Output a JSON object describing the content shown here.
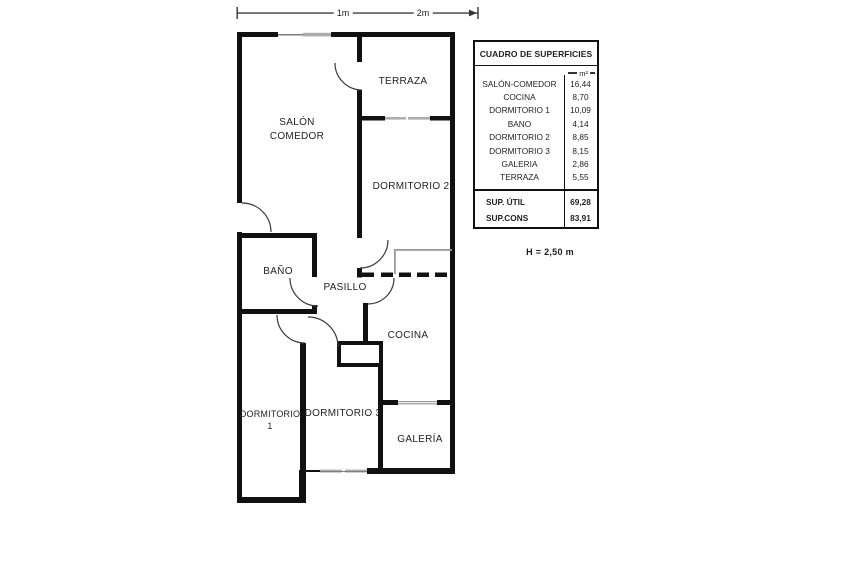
{
  "scale_bar": {
    "label_1": "1m",
    "label_2": "2m"
  },
  "rooms": {
    "salon": {
      "line1": "SALÓN",
      "line2": "COMEDOR"
    },
    "terraza": "TERRAZA",
    "dormitorio2": "DORMITORIO 2",
    "bano": "BAÑO",
    "pasillo": "PASILLO",
    "cocina": "COCINA",
    "dormitorio1": {
      "line1": "DORMITORIO",
      "line2": "1"
    },
    "dormitorio3": "DORMITORIO 3",
    "galeria": "GALERÍA"
  },
  "surface_table": {
    "title": "CUADRO DE SUPERFICIES",
    "unit": "m²",
    "rows": [
      {
        "label": "SALÓN-COMEDOR",
        "value": "16,44"
      },
      {
        "label": "COCINA",
        "value": "8,70"
      },
      {
        "label": "DORMITORIO 1",
        "value": "10,09"
      },
      {
        "label": "BANO",
        "value": "4,14"
      },
      {
        "label": "DORMITORIO 2",
        "value": "8,85"
      },
      {
        "label": "DORMITORIO 3",
        "value": "8,15"
      },
      {
        "label": "GALERIA",
        "value": "2,86"
      },
      {
        "label": "TERRAZA",
        "value": "5,55"
      }
    ],
    "totals": [
      {
        "label": "SUP. ÚTIL",
        "value": "69,28"
      },
      {
        "label": "SUP.CONS",
        "value": "83,91"
      }
    ]
  },
  "height_note": "H = 2,50 m",
  "colors": {
    "wall": "#111111",
    "window": "#a9a9a9",
    "thin_wall": "#9a9a9a"
  }
}
